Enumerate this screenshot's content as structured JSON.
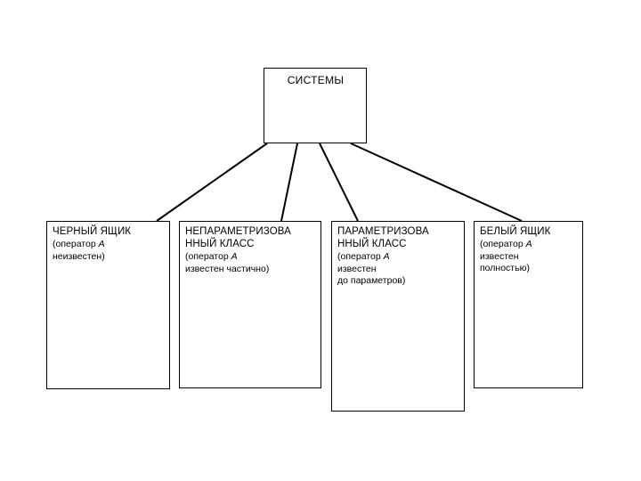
{
  "diagram": {
    "title": "СИСТЕМЫ",
    "background_color": "#ffffff",
    "line_color": "#000000",
    "root": {
      "label": "СИСТЕМЫ"
    },
    "operator_symbol": "A",
    "nodes": [
      {
        "id": "black-box",
        "title": "ЧЕРНЫЙ ЯЩИК",
        "detail_before": "(оператор ",
        "detail_var": "A",
        "detail_after": "\nнеизвестен)"
      },
      {
        "id": "nonparametrized-class",
        "title": "НЕПАРАМЕТРИЗОВА\nННЫЙ КЛАСС",
        "detail_before": "(оператор ",
        "detail_var": "A",
        "detail_after": "\nизвестен частично)"
      },
      {
        "id": "parametrized-class",
        "title": "ПАРАМЕТРИЗОВА\nННЫЙ КЛАСС",
        "detail_before": "(оператор ",
        "detail_var": "A",
        "detail_after": "\nизвестен\nдо параметров)"
      },
      {
        "id": "white-box",
        "title": "БЕЛЫЙ ЯЩИК",
        "detail_before": "(оператор ",
        "detail_var": "A",
        "detail_after": "\nизвестен\nполностью)"
      }
    ]
  }
}
